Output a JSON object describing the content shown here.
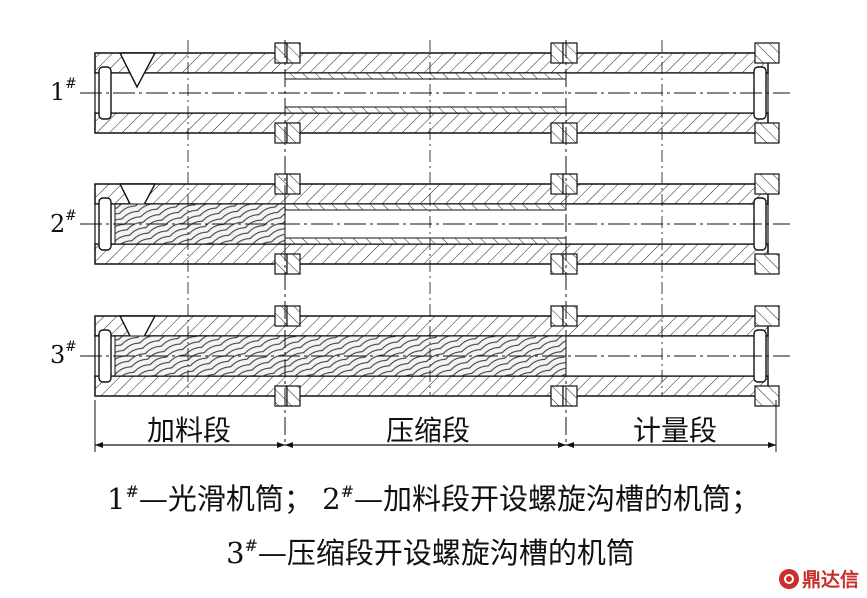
{
  "barrels": [
    {
      "label": "1",
      "mark": "#"
    },
    {
      "label": "2",
      "mark": "#"
    },
    {
      "label": "3",
      "mark": "#"
    }
  ],
  "sections": [
    "加料段",
    "压缩段",
    "计量段"
  ],
  "caption": {
    "line1_a_num": "1",
    "line1_a_mark": "#",
    "line1_a_text": "—光滑机筒；",
    "line1_b_num": "2",
    "line1_b_mark": "#",
    "line1_b_text": "—加料段开设螺旋沟槽的机筒；",
    "line2_num": "3",
    "line2_mark": "#",
    "line2_text": "—压缩段开设螺旋沟槽的机筒"
  },
  "watermark": {
    "text": "鼎达信",
    "icon": "brand-logo-icon",
    "color": "#c9302c"
  }
}
